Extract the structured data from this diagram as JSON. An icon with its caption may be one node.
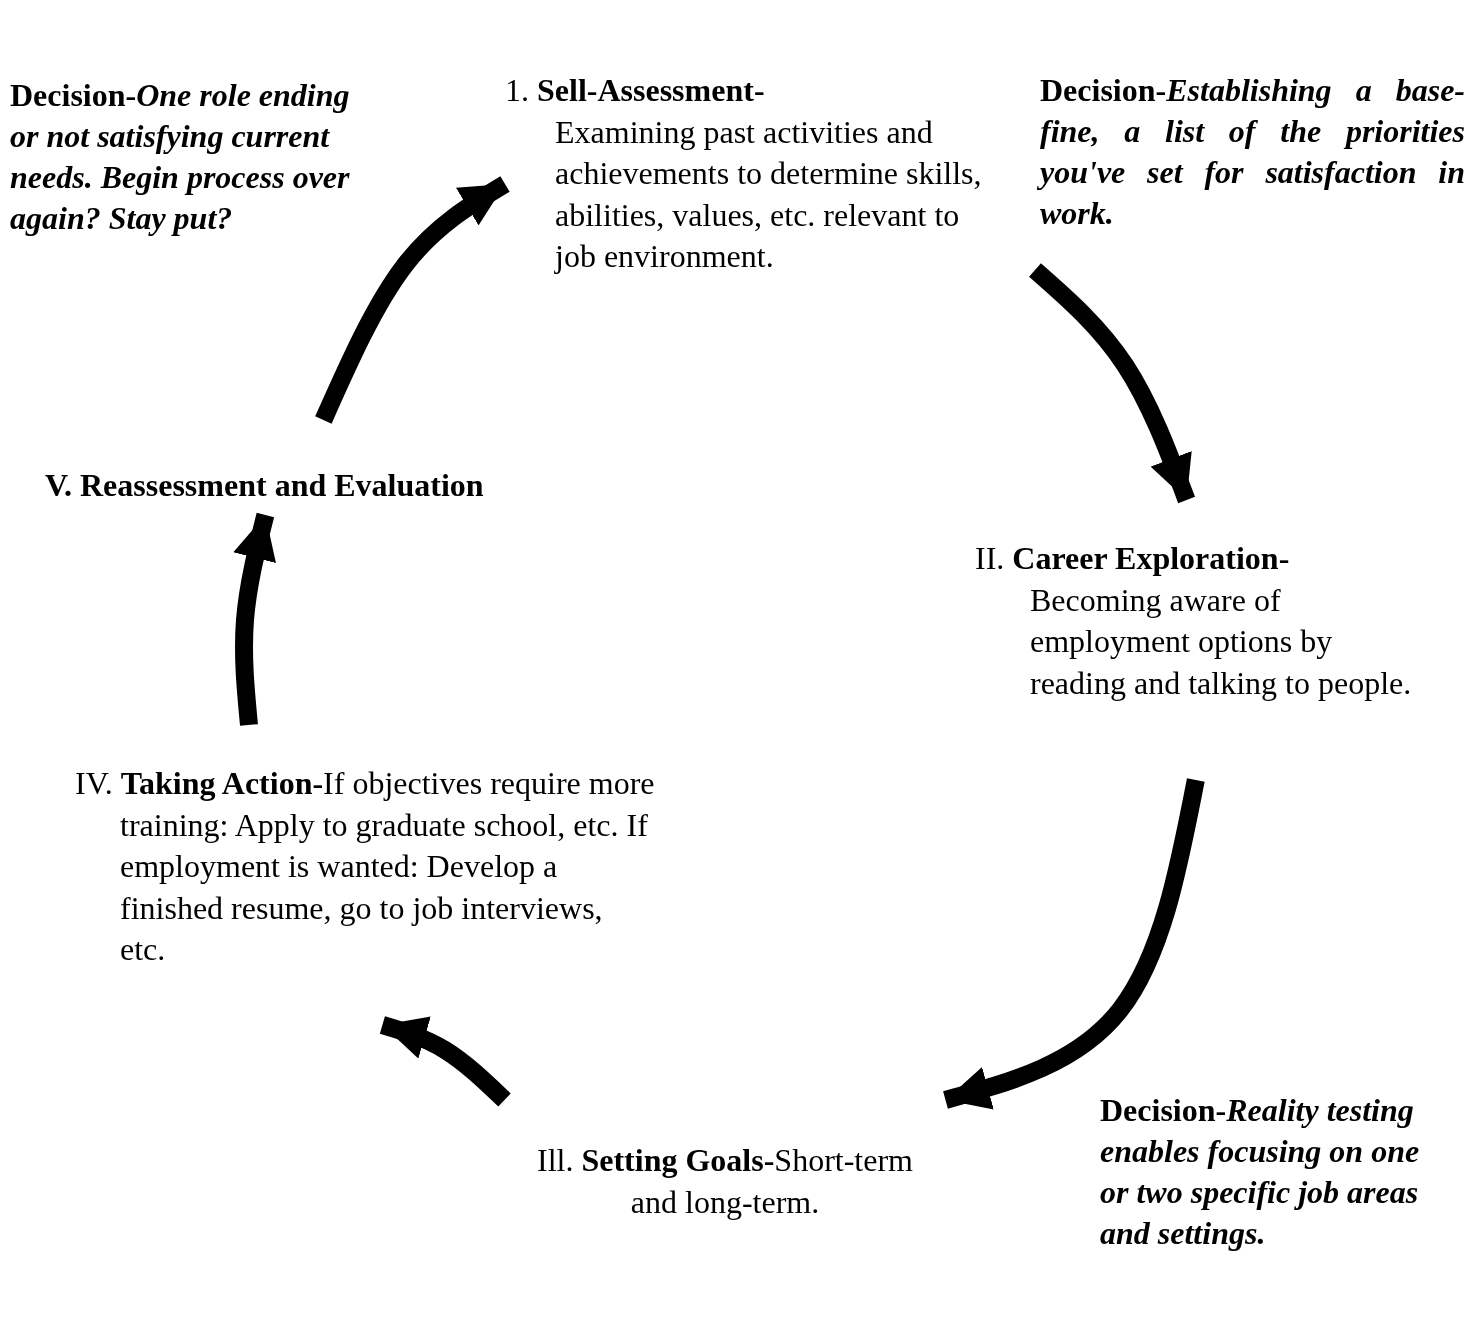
{
  "diagram": {
    "nodes": [
      {
        "text": [
          "1. **Sell-Assessment-**",
          "Examining past activities and achievements to determine skills, abilities, values, etc. relevant to job environment."
        ]
      },
      {
        "text": [
          "II. **Career Exploration-**",
          "Becoming aware of employment options by reading and talking to people."
        ]
      },
      {
        "text": [
          "Ill. **Setting Goals-**Short-term and long-term."
        ]
      },
      {
        "text": [
          "IV. **Taking Action-**If objectives require more training: Apply to graduate school, etc. If employment is wanted: Develop a finished resume, go to job interviews, etc."
        ]
      },
      {
        "text": [
          "V. Reassessment and Evaluation"
        ]
      }
    ],
    "edges": [
      {
        "from": 0,
        "to": 1,
        "arrow": "to"
      },
      {
        "from": 1,
        "to": 2,
        "arrow": "to"
      },
      {
        "from": 2,
        "to": 3,
        "arrow": "to"
      },
      {
        "from": 3,
        "to": 4,
        "arrow": "to"
      },
      {
        "from": 4,
        "to": 0,
        "arrow": "to"
      }
    ],
    "labels": [
      "Decision-*One role ending or not satisfying current needs. Begin process over again? Stay put?*",
      "Decision-*Establishing a base-fine, a list of the priorities you've set for satisfaction in work.*",
      "Decision-*Reality testing enables focusing on one or two specific job areas and settings.*"
    ]
  }
}
